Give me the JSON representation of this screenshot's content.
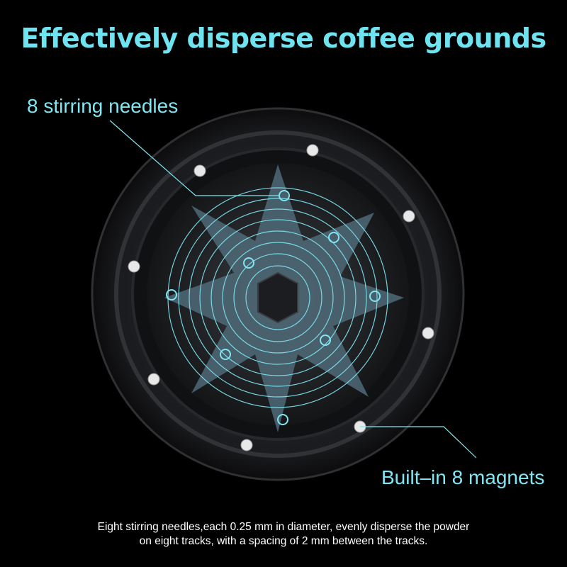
{
  "headline": "Effectively disperse coffee grounds",
  "callouts": {
    "needles": "8 stirring needles",
    "magnets": "Built–in 8 magnets"
  },
  "caption": {
    "line1": "Eight stirring needles,each 0.25 mm in diameter, evenly disperse the powder",
    "line2": "on eight tracks, with a spacing of 2 mm between the tracks."
  },
  "colors": {
    "accent": "#6fe3f0",
    "background": "#000000",
    "body": "#1a1b1d"
  }
}
